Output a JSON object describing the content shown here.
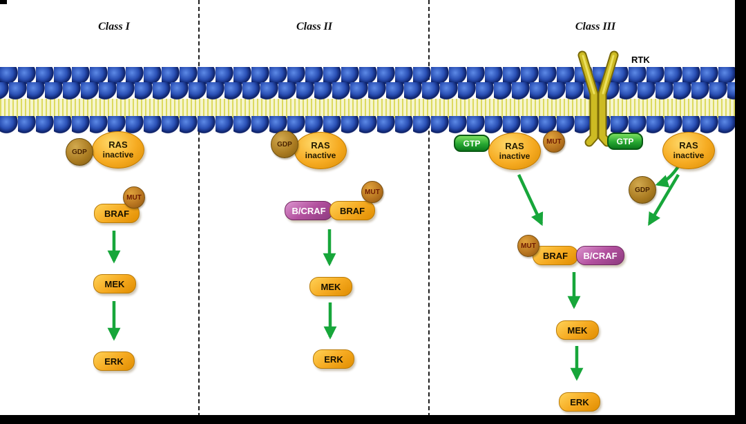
{
  "palette": {
    "membrane_blue": "#1e3fa0",
    "lipid_yellow": "#dcda60",
    "node_orange": "#f6ab22",
    "node_purple": "#b2509e",
    "gtp_green": "#27a832",
    "arrow_green": "#17a63a",
    "gdp_brown": "#a8791f",
    "mut_brown": "#b5721e"
  },
  "columns": [
    {
      "title": "Class I",
      "gdp": "GDP",
      "ras": {
        "name": "RAS",
        "state": "inactive"
      },
      "mut": "MUT",
      "braf": "BRAF",
      "mek": "MEK",
      "erk": "ERK"
    },
    {
      "title": "Class II",
      "gdp": "GDP",
      "ras": {
        "name": "RAS",
        "state": "inactive"
      },
      "mut": "MUT",
      "bcraf": "B/CRAF",
      "braf": "BRAF",
      "mek": "MEK",
      "erk": "ERK"
    },
    {
      "title": "Class III",
      "rtk": "RTK",
      "gtp_left": "GTP",
      "ras_left": {
        "name": "RAS",
        "state": "inactive"
      },
      "mut_membrane": "MUT",
      "gtp_right": "GTP",
      "ras_right": {
        "name": "RAS",
        "state": "inactive"
      },
      "gdp": "GDP",
      "mut": "MUT",
      "braf": "BRAF",
      "bcraf": "B/CRAF",
      "mek": "MEK",
      "erk": "ERK"
    }
  ]
}
